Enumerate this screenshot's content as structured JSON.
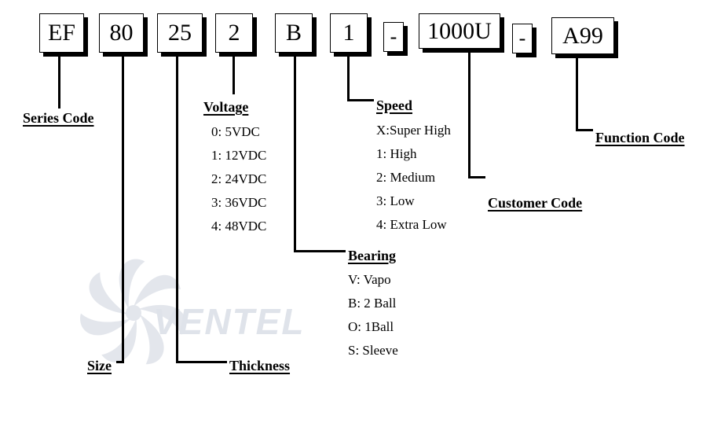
{
  "code_boxes": [
    {
      "id": "series",
      "text": "EF"
    },
    {
      "id": "size",
      "text": "80"
    },
    {
      "id": "thickness",
      "text": "25"
    },
    {
      "id": "voltage",
      "text": "2"
    },
    {
      "id": "bearing",
      "text": "B"
    },
    {
      "id": "speed",
      "text": "1"
    },
    {
      "id": "dash1",
      "text": "-"
    },
    {
      "id": "customer",
      "text": "1000U"
    },
    {
      "id": "dash2",
      "text": "-"
    },
    {
      "id": "function",
      "text": "A99"
    }
  ],
  "labels": {
    "series_code": "Series Code",
    "size": "Size",
    "thickness": "Thickness",
    "voltage": "Voltage",
    "bearing": "Bearing",
    "speed": "Speed",
    "customer_code": "Customer Code",
    "function_code": "Function Code"
  },
  "voltage_options": [
    "0: 5VDC",
    "1: 12VDC",
    "2: 24VDC",
    "3: 36VDC",
    "4: 48VDC"
  ],
  "speed_options": [
    "X:Super High",
    "1: High",
    "2: Medium",
    "3: Low",
    "4: Extra Low"
  ],
  "bearing_options": [
    "V: Vapo",
    "B: 2 Ball",
    "O: 1Ball",
    "S: Sleeve"
  ],
  "watermark": {
    "text": "VENTEL",
    "icon": "fan-icon",
    "color": "#dfe3ea"
  }
}
